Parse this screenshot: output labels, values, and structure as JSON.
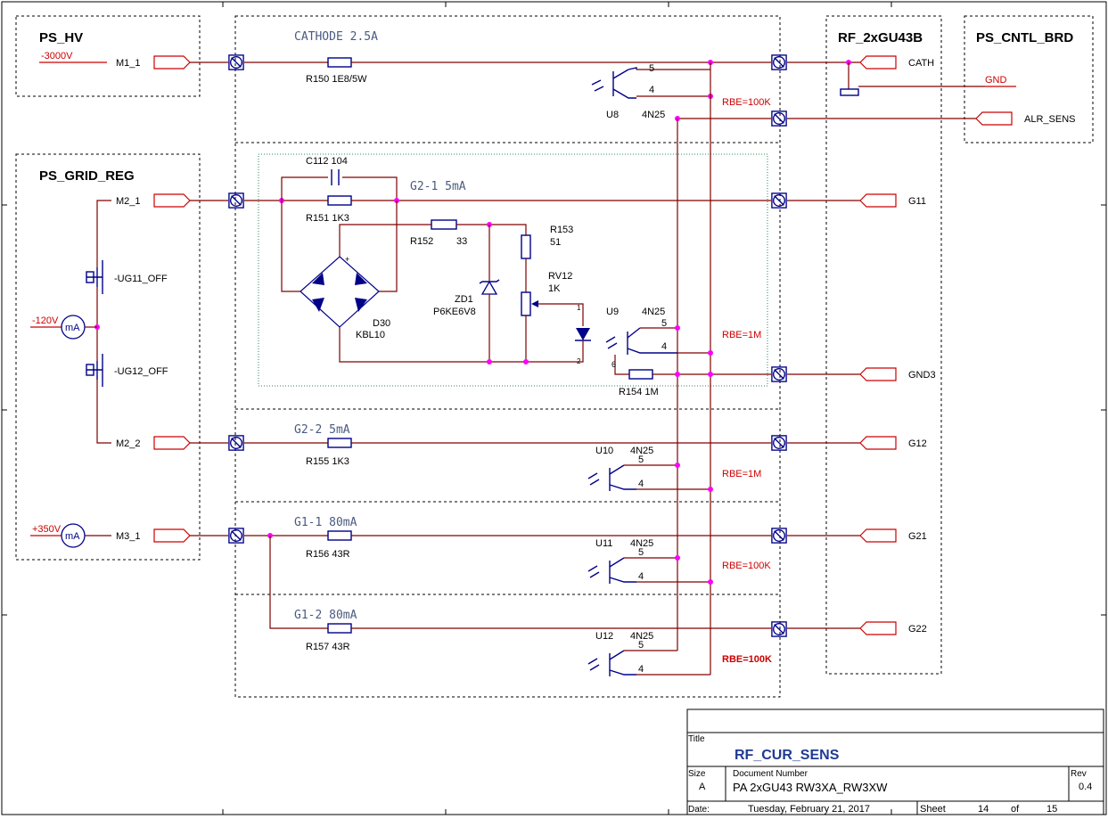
{
  "blocks": {
    "ps_hv": "PS_HV",
    "ps_grid_reg": "PS_GRID_REG",
    "rf_2xgu43b": "RF_2xGU43B",
    "ps_cntl_brd": "PS_CNTL_BRD"
  },
  "supplies": {
    "hv": "-3000V",
    "grid_neg": "-120V",
    "grid_pos": "+350V",
    "meter": "mA"
  },
  "left_ports": {
    "m1": "M1_1",
    "m2": "M2_1",
    "m2b": "M2_2",
    "m3": "M3_1"
  },
  "switches": {
    "s1": "-UG11_OFF",
    "s2": "-UG12_OFF"
  },
  "sections": {
    "cathode": "CATHODE  2.5A",
    "g2_1": "G2-1   5mA",
    "g2_2": "G2-2   5mA",
    "g1_1": "G1-1   80mA",
    "g1_2": "G1-2   80mA"
  },
  "components": {
    "r150": "R150  1E8/5W",
    "c112": "C112  104",
    "r151": "R151  1K3",
    "r152": "R152",
    "r152v": "33",
    "r153": "R153",
    "r153v": "51",
    "rv12": "RV12",
    "rv12v": "1K",
    "zd1": "ZD1",
    "zd1v": "P6KE6V8",
    "d30": "D30",
    "d30v": "KBL10",
    "r154": "R154  1M",
    "r155": "R155  1K3",
    "r156": "R156  43R",
    "r157": "R157  43R"
  },
  "optos": [
    {
      "ref": "U8",
      "part": "4N25",
      "rbe": "RBE=100K"
    },
    {
      "ref": "U9",
      "part": "4N25",
      "rbe": "RBE=1M"
    },
    {
      "ref": "U10",
      "part": "4N25",
      "rbe": "RBE=1M"
    },
    {
      "ref": "U11",
      "part": "4N25",
      "rbe": "RBE=100K"
    },
    {
      "ref": "U12",
      "part": "4N25",
      "rbe": "RBE=100K"
    }
  ],
  "pins": {
    "p5": "5",
    "p4": "4",
    "p6": "6",
    "p1": "1",
    "p2": "2"
  },
  "right_ports": {
    "cath": "CATH",
    "gnd": "GND",
    "alr": "ALR_SENS",
    "g11": "G11",
    "gnd3": "GND3",
    "g12": "G12",
    "g21": "G21",
    "g22": "G22"
  },
  "title_block": {
    "title_label": "Title",
    "title": "RF_CUR_SENS",
    "size_label": "Size",
    "size": "A",
    "docnum_label": "Document  Number",
    "docnum": "PA 2xGU43 RW3XA_RW3XW",
    "rev_label": "Rev",
    "rev": "0.4",
    "date_label": "Date:",
    "date": "Tuesday, February 21, 2017",
    "sheet_label": "Sheet",
    "sheet": "14",
    "of_label": "of",
    "of": "15"
  }
}
